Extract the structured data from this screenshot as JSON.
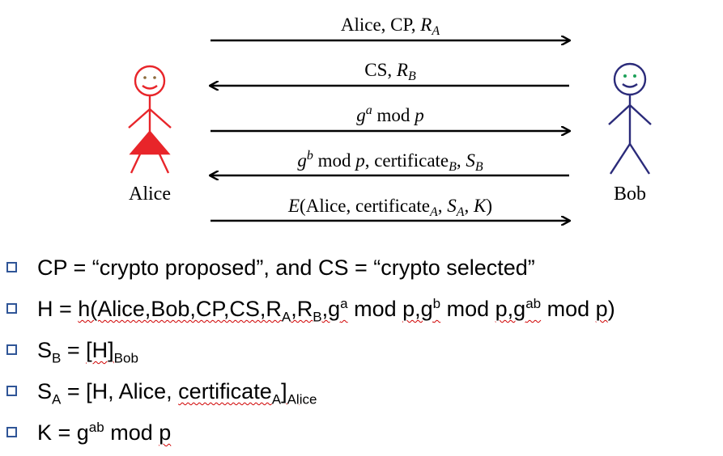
{
  "diagram": {
    "actors": {
      "left": "Alice",
      "right": "Bob"
    },
    "messages": [
      {
        "direction": "right",
        "parts": [
          "Alice, CP, ",
          "R",
          "A"
        ]
      },
      {
        "direction": "left",
        "parts": [
          "CS, ",
          "R",
          "B"
        ]
      },
      {
        "direction": "right",
        "parts": [
          "g",
          "a",
          " mod ",
          "p"
        ]
      },
      {
        "direction": "left",
        "parts": [
          "g",
          "b",
          " mod ",
          "p",
          ", certificate",
          "B",
          ", ",
          "S",
          "B"
        ]
      },
      {
        "direction": "right",
        "parts": [
          "E",
          "(Alice, certificate",
          "A",
          ", ",
          "S",
          "A",
          ", ",
          "K",
          ")"
        ]
      }
    ],
    "colors": {
      "alice": "#e8252a",
      "bob": "#2b2b7a",
      "alice_eyes": "#8b6a3a",
      "bob_eyes": "#1fa15a"
    }
  },
  "bullets": {
    "b1": "CP = “crypto proposed”, and CS = “crypto selected”",
    "b2": [
      "H = ",
      "h(Alice,Bob,CP,CS,R",
      "A",
      ",R",
      "B",
      ",g",
      "a",
      " mod ",
      "p,g",
      "b",
      " mod ",
      "p,g",
      "ab",
      " mod ",
      "p",
      ")"
    ],
    "b3": [
      "S",
      "B",
      " = ",
      "[H]",
      "Bob"
    ],
    "b4": [
      "S",
      "A",
      " = [H, Alice, ",
      "certificate",
      "A",
      "]",
      "Alice"
    ],
    "b5": [
      "K = g",
      "ab",
      " mod ",
      "p"
    ]
  }
}
